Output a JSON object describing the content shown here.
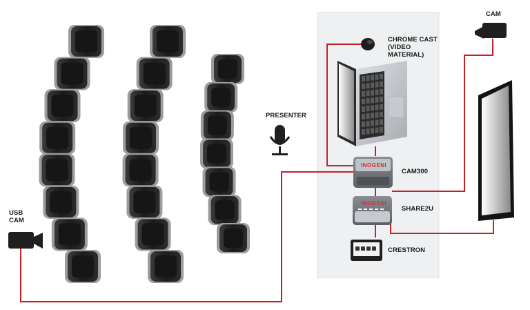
{
  "labels": {
    "chromecast": "CHROME CAST\n(VIDEO\nMATERIAL)",
    "cam": "CAM",
    "presenter": "PRESENTER",
    "cam300": "CAM300",
    "share2u": "SHARE2U",
    "crestron": "CRESTRON",
    "usb_cam": "USB\nCAM",
    "inogeni_cam300": "INOGENI",
    "inogeni_share2u": "INOGENI"
  },
  "colors": {
    "cable": "#c8202b",
    "device_body": "#6f7378",
    "brand_text": "#e2282e",
    "chair": "#262626",
    "panel": "#eef0f1"
  },
  "seat_rows": [
    {
      "name": "left-row",
      "seats": 8
    },
    {
      "name": "middle-row",
      "seats": 8
    },
    {
      "name": "right-row",
      "seats": 7
    }
  ]
}
